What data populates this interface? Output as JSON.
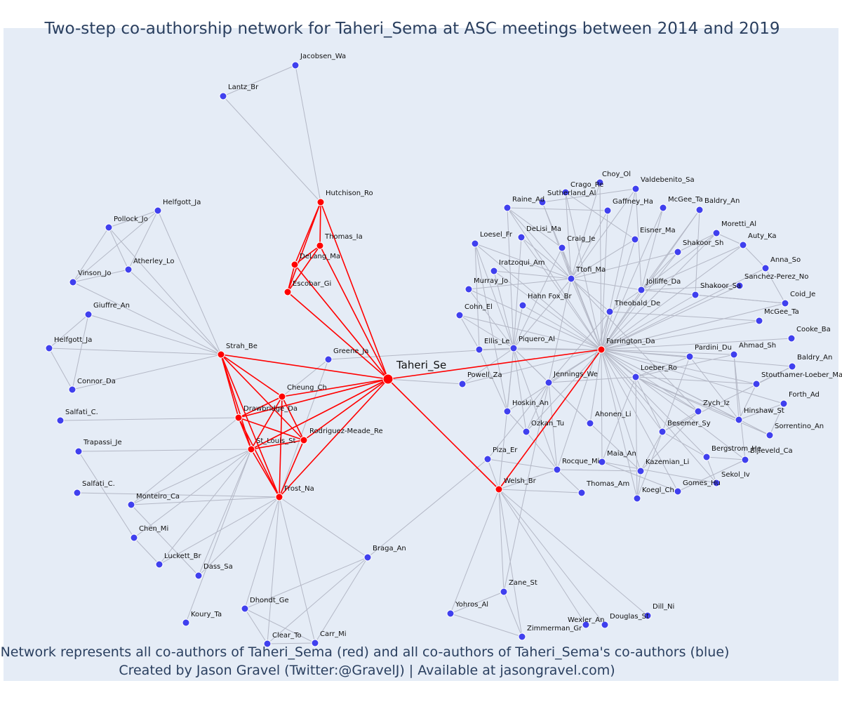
{
  "title": "Two-step co-authorship network for Taheri_Sema at ASC meetings between 2014 and 2019",
  "footer": {
    "line1": "Network represents all co-authors of Taheri_Sema (red) and all co-authors of Taheri_Sema's co-authors (blue)",
    "line2": "Created by Jason Gravel (Twitter:@GravelJ) | Available at jasongravel.com)"
  },
  "colors": {
    "background": "#e5ecf6",
    "primary": "#ff0000",
    "secondary": "#4040ee",
    "edge_primary": "#ff0000",
    "edge_secondary": "#b4b8c6",
    "text": "#2a3f5f"
  },
  "center": "Taheri_Se",
  "nodes": [
    {
      "id": "Taheri_Se",
      "type": "center"
    },
    {
      "id": "Hutchison_Ro",
      "type": "red"
    },
    {
      "id": "Thomas_Ia",
      "type": "red"
    },
    {
      "id": "DeLang_Ma",
      "type": "red"
    },
    {
      "id": "Escobar_Gi",
      "type": "red"
    },
    {
      "id": "Strah_Be",
      "type": "red"
    },
    {
      "id": "Cheung_Ch",
      "type": "red"
    },
    {
      "id": "Drawbridge_Da",
      "type": "red"
    },
    {
      "id": "Rodriguez-Meade_Re",
      "type": "red"
    },
    {
      "id": "St_Louis_St",
      "type": "red"
    },
    {
      "id": "Frost_Na",
      "type": "red"
    },
    {
      "id": "Farrington_Da",
      "type": "red"
    },
    {
      "id": "Welsh_Br",
      "type": "red"
    },
    {
      "id": "Jacobsen_Wa",
      "type": "blue"
    },
    {
      "id": "Lantz_Br",
      "type": "blue"
    },
    {
      "id": "Helfgott_Ja",
      "type": "blue"
    },
    {
      "id": "Pollock_Jo",
      "type": "blue"
    },
    {
      "id": "Atherley_Lo",
      "type": "blue"
    },
    {
      "id": "Vinson_Jo",
      "type": "blue"
    },
    {
      "id": "Giuffre_An",
      "type": "blue"
    },
    {
      "id": "Helfgott_Ja ",
      "type": "blue"
    },
    {
      "id": "Connor_Da",
      "type": "blue"
    },
    {
      "id": "Salfati_C.",
      "type": "blue"
    },
    {
      "id": "Trapassi_Je",
      "type": "blue"
    },
    {
      "id": "Salfati_C. ",
      "type": "blue"
    },
    {
      "id": "Monteiro_Ca",
      "type": "blue"
    },
    {
      "id": "Chen_Mi",
      "type": "blue"
    },
    {
      "id": "Luckett_Br",
      "type": "blue"
    },
    {
      "id": "Dass_Sa",
      "type": "blue"
    },
    {
      "id": "Koury_Ta",
      "type": "blue"
    },
    {
      "id": "Dhondt_Ge",
      "type": "blue"
    },
    {
      "id": "Clear_To",
      "type": "blue"
    },
    {
      "id": "Carr_Mi",
      "type": "blue"
    },
    {
      "id": "Braga_An",
      "type": "blue"
    },
    {
      "id": "Greene_Ja",
      "type": "blue"
    },
    {
      "id": "Powell_Za",
      "type": "blue"
    },
    {
      "id": "Piza_Er",
      "type": "blue"
    },
    {
      "id": "Zane_St",
      "type": "blue"
    },
    {
      "id": "Yohros_Al",
      "type": "blue"
    },
    {
      "id": "Zimmerman_Gr",
      "type": "blue"
    },
    {
      "id": "Wexler_An",
      "type": "blue"
    },
    {
      "id": "Douglas_St",
      "type": "blue"
    },
    {
      "id": "Dill_Ni",
      "type": "blue"
    },
    {
      "id": "Choy_Ol",
      "type": "blue"
    },
    {
      "id": "Crago_Re",
      "type": "blue"
    },
    {
      "id": "Valdebenito_Sa",
      "type": "blue"
    },
    {
      "id": "Sutherland_Al",
      "type": "blue"
    },
    {
      "id": "Raine_Ad",
      "type": "blue"
    },
    {
      "id": "Gaffney_Ha",
      "type": "blue"
    },
    {
      "id": "McGee_Ta",
      "type": "blue"
    },
    {
      "id": "Baldry_An",
      "type": "blue"
    },
    {
      "id": "Moretti_Al",
      "type": "blue"
    },
    {
      "id": "Loesel_Fr",
      "type": "blue"
    },
    {
      "id": "DeLisi_Ma",
      "type": "blue"
    },
    {
      "id": "Eisner_Ma",
      "type": "blue"
    },
    {
      "id": "Craig_Je",
      "type": "blue"
    },
    {
      "id": "Shakoor_Sh",
      "type": "blue"
    },
    {
      "id": "Auty_Ka",
      "type": "blue"
    },
    {
      "id": "Iratzoqui_Am",
      "type": "blue"
    },
    {
      "id": "Ttofi_Ma",
      "type": "blue"
    },
    {
      "id": "Anna_So",
      "type": "blue"
    },
    {
      "id": "Sanchez-Perez_No",
      "type": "blue"
    },
    {
      "id": "Murray_Jo",
      "type": "blue"
    },
    {
      "id": "Jolliffe_Da",
      "type": "blue"
    },
    {
      "id": "Shakoor_Sa",
      "type": "blue"
    },
    {
      "id": "Coid_Je",
      "type": "blue"
    },
    {
      "id": "Hahn Fox_Br",
      "type": "blue"
    },
    {
      "id": "Theobald_De",
      "type": "blue"
    },
    {
      "id": "Cohn_El",
      "type": "blue"
    },
    {
      "id": "McGee_Ta ",
      "type": "blue"
    },
    {
      "id": "Cooke_Ba",
      "type": "blue"
    },
    {
      "id": "Ellis_Le",
      "type": "blue"
    },
    {
      "id": "Piquero_Al",
      "type": "blue"
    },
    {
      "id": "Pardini_Du",
      "type": "blue"
    },
    {
      "id": "Ahmad_Sh",
      "type": "blue"
    },
    {
      "id": "Baldry_An ",
      "type": "blue"
    },
    {
      "id": "Jennings_We",
      "type": "blue"
    },
    {
      "id": "Loeber_Ro",
      "type": "blue"
    },
    {
      "id": "Stouthamer-Loeber_Ma",
      "type": "blue"
    },
    {
      "id": "Hoskin_An",
      "type": "blue"
    },
    {
      "id": "Forth_Ad",
      "type": "blue"
    },
    {
      "id": "Zych_Iz",
      "type": "blue"
    },
    {
      "id": "Ahonen_Li",
      "type": "blue"
    },
    {
      "id": "Hinshaw_St",
      "type": "blue"
    },
    {
      "id": "Ozkan_Tu",
      "type": "blue"
    },
    {
      "id": "Besemer_Sy",
      "type": "blue"
    },
    {
      "id": "Sorrentino_An",
      "type": "blue"
    },
    {
      "id": "Bergstrom_He",
      "type": "blue"
    },
    {
      "id": "Bijleveld_Ca",
      "type": "blue"
    },
    {
      "id": "Maia_An",
      "type": "blue"
    },
    {
      "id": "Rocque_Mi",
      "type": "blue"
    },
    {
      "id": "Kazemian_Li",
      "type": "blue"
    },
    {
      "id": "Sekol_Iv",
      "type": "blue"
    },
    {
      "id": "Thomas_Am",
      "type": "blue"
    },
    {
      "id": "Koegl_Ch",
      "type": "blue"
    },
    {
      "id": "Gomes_Hu",
      "type": "blue"
    }
  ]
}
